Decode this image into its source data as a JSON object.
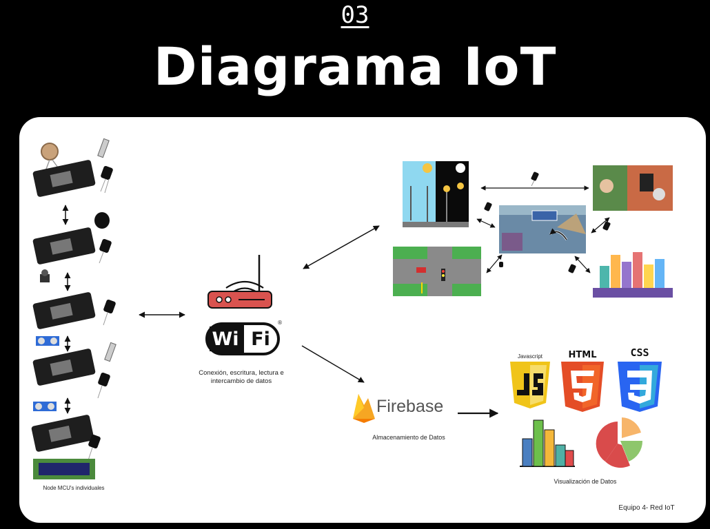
{
  "header": {
    "section_number": "03",
    "title": "Diagrama IoT"
  },
  "diagram": {
    "nodes": [
      {
        "id": "nodemcu-stack",
        "label": "Node MCU's individuales"
      },
      {
        "id": "wifi-router",
        "label": "Conexión, escritura, lectura e intercambio de datos"
      },
      {
        "id": "firebase",
        "label": "Almacenamiento de Datos"
      },
      {
        "id": "visualization",
        "label": "Visualización de Datos"
      },
      {
        "id": "city-scenes",
        "label": ""
      }
    ],
    "edges": [
      {
        "from": "nodemcu-stack",
        "to": "wifi-router",
        "type": "bidirectional"
      },
      {
        "from": "wifi-router",
        "to": "city-scenes",
        "type": "bidirectional"
      },
      {
        "from": "wifi-router",
        "to": "firebase",
        "type": "directed"
      },
      {
        "from": "firebase",
        "to": "visualization",
        "type": "directed"
      }
    ],
    "wifi_logo": {
      "left": "Wi",
      "right": "Fi",
      "mark": "®"
    },
    "firebase_word": "Firebase",
    "web_tech": {
      "js": "Javascript",
      "html": "HTML",
      "css": "CSS"
    },
    "footer": "Equipo 4- Red IoT"
  },
  "colors": {
    "background": "#000000",
    "panel": "#ffffff",
    "router_red": "#d9534f",
    "firebase_orange": "#f6a623",
    "js_yellow": "#f0c419",
    "html_orange": "#e44d26",
    "css_blue": "#2965f1"
  }
}
